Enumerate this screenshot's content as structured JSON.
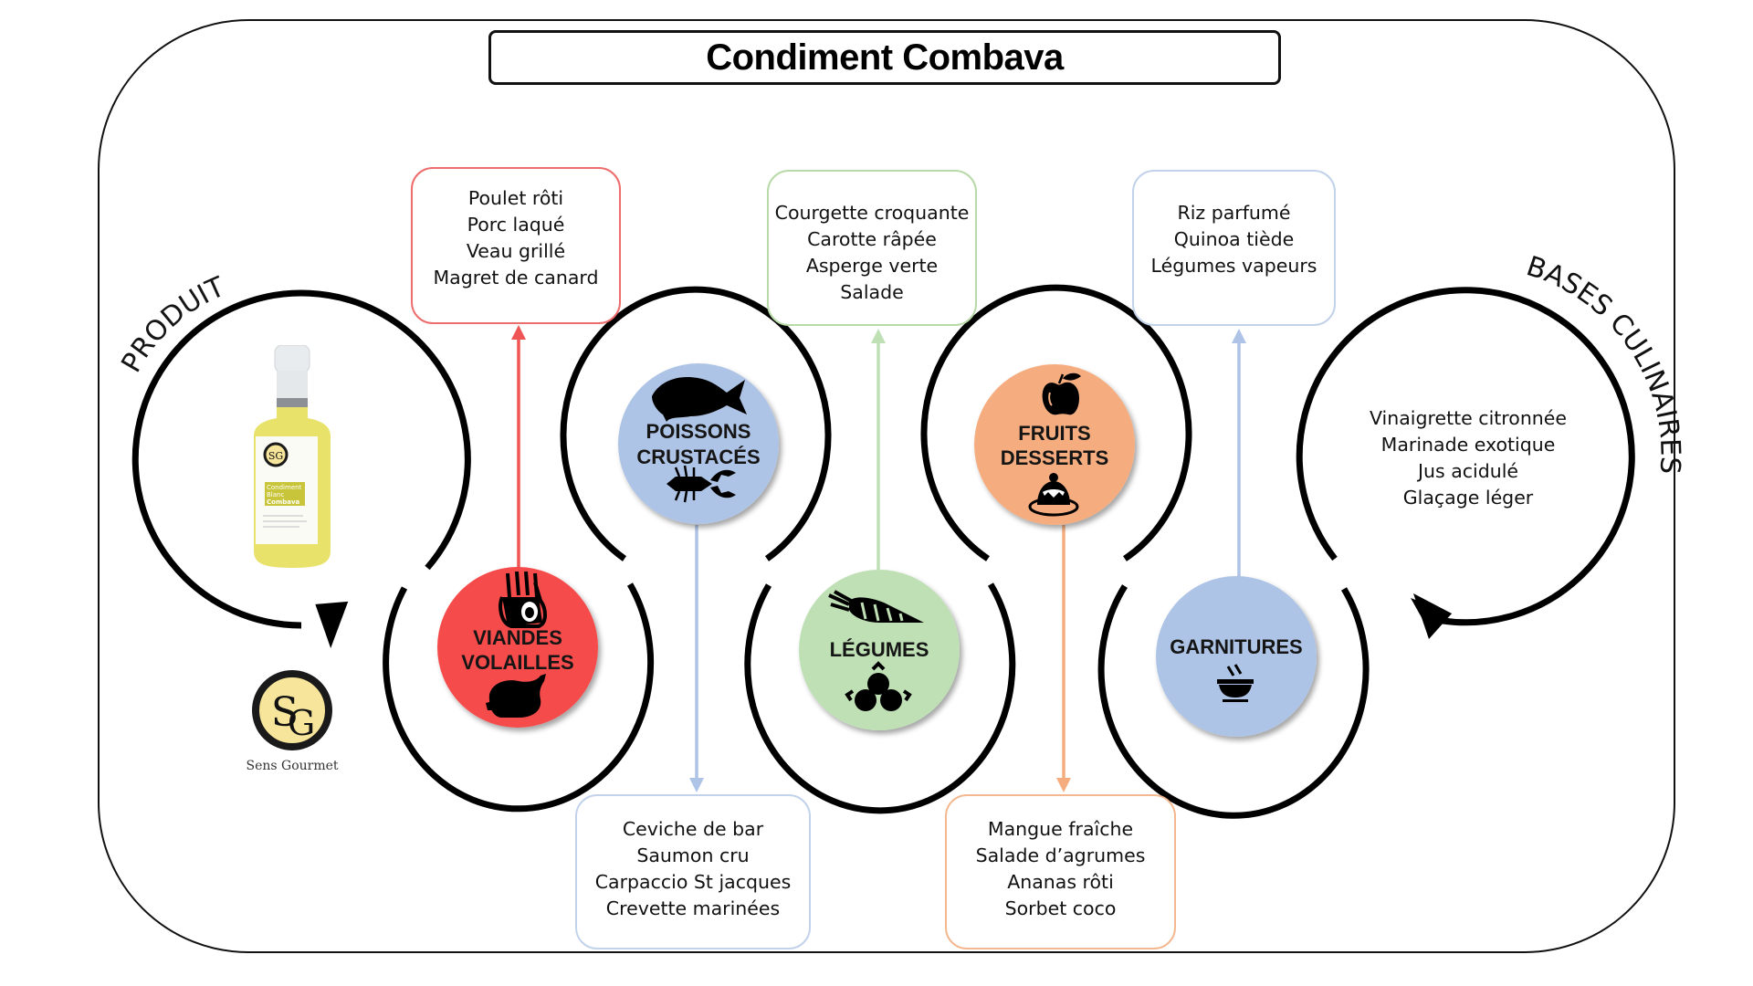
{
  "title": "Condiment Combava",
  "produit": {
    "label": "PRODUIT",
    "bottle_label_lines": [
      "Condiment",
      "Blanc",
      "Combava"
    ],
    "bottle_brand": "Sens Gourmet"
  },
  "brand": {
    "monogram": "SG",
    "name": "Sens Gourmet",
    "colors": {
      "ring": "#1a1a1a",
      "fill": "#f6e59a"
    }
  },
  "categories": [
    {
      "id": "viandes",
      "label_lines": [
        "VIANDES",
        "VOLAILLES"
      ],
      "color": "#f54c4c",
      "border_color": "#ee6c6c",
      "icon_top": "rack-of-lamb-icon",
      "icon_bottom": "roast-chicken-icon",
      "arrow": "up",
      "items": [
        "Poulet rôti",
        "Porc laqué",
        "Veau grillé",
        "Magret de canard"
      ]
    },
    {
      "id": "poissons",
      "label_lines": [
        "POISSONS",
        "CRUSTACÉS"
      ],
      "color": "#aec4e6",
      "border_color": "#c2d2ea",
      "icon_top": "fish-icon",
      "icon_bottom": "lobster-icon",
      "arrow": "down",
      "items": [
        "Ceviche de bar",
        "Saumon cru",
        "Carpaccio St jacques",
        "Crevette marinées"
      ]
    },
    {
      "id": "legumes",
      "label_lines": [
        "LÉGUMES"
      ],
      "color": "#bfe0b5",
      "border_color": "#b8d9a8",
      "icon_top": "carrot-icon",
      "icon_bottom": "radishes-icon",
      "arrow": "up",
      "items": [
        "Courgette croquante",
        "Carotte râpée",
        "Asperge verte",
        "Salade"
      ]
    },
    {
      "id": "fruits",
      "label_lines": [
        "FRUITS",
        "DESSERTS"
      ],
      "color": "#f5ad7f",
      "border_color": "#f3b88f",
      "icon_top": "apple-icon",
      "icon_bottom": "pudding-dessert-icon",
      "arrow": "down",
      "items": [
        "Mangue fraîche",
        "Salade d’agrumes",
        "Ananas rôti",
        "Sorbet coco"
      ]
    },
    {
      "id": "garnitures",
      "label_lines": [
        "GARNITURES"
      ],
      "color": "#aec4e6",
      "border_color": "#c2d2ea",
      "icon_top": null,
      "icon_bottom": "steaming-bowl-icon",
      "arrow": "up",
      "items": [
        "Riz parfumé",
        "Quinoa tiède",
        "Légumes vapeurs"
      ]
    }
  ],
  "bases_culinaires": {
    "label": "BASES CULINAIRES",
    "items": [
      "Vinaigrette citronnée",
      "Marinade exotique",
      "Jus acidulé",
      "Glaçage léger"
    ]
  }
}
